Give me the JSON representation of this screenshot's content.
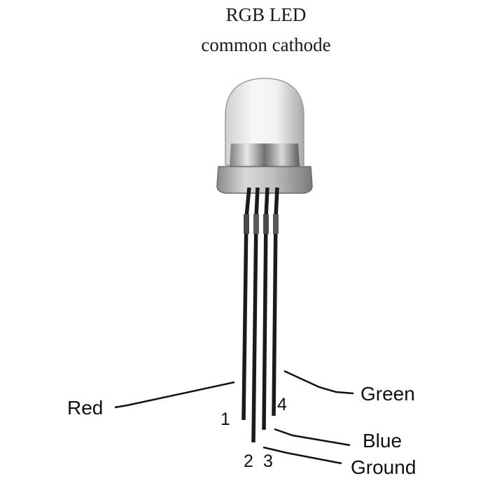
{
  "title": {
    "line1": "RGB LED",
    "line2": "common cathode"
  },
  "pins": [
    {
      "number": "1",
      "label": "Red"
    },
    {
      "number": "2",
      "label": "Ground"
    },
    {
      "number": "3",
      "label": "Blue"
    },
    {
      "number": "4",
      "label": "Green"
    }
  ],
  "colors": {
    "lead": "#1b1b1b",
    "line": "#111111",
    "dome_light": "#f6f6f6",
    "dome_shadow": "#b8b8b8",
    "flange": "#9a9a9a"
  }
}
